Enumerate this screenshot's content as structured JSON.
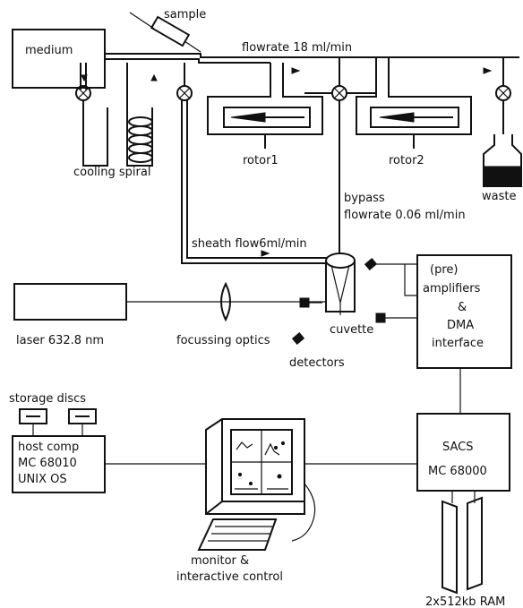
{
  "labels": {
    "sample": "sample",
    "medium": "medium",
    "flowrate": "flowrate  18  ml/min",
    "cooling_spiral": "cooling spiral",
    "rotor1": "rotor1",
    "rotor2": "rotor2",
    "waste": "waste",
    "bypass": "bypass",
    "bypass_flowrate": "flowrate 0.06 ml/min",
    "sheath_flow": "sheath flow6ml/min",
    "amplifier_line1": "(pre)",
    "amplifier_line2": "amplifiers",
    "amplifier_line3": "&",
    "amplifier_line4": "DMA",
    "amplifier_line5": "interface",
    "laser": "laser 632.8 nm",
    "focussing_optics": "focussing optics",
    "cuvette": "cuvette",
    "detectors": "detectors",
    "storage_discs": "storage discs",
    "host_line1": "host comp",
    "host_line2": "MC 68010",
    "host_line3": "UNIX OS",
    "sacs_line1": "SACS",
    "sacs_line2": "MC 68000",
    "monitor_line1": "monitor &",
    "monitor_line2": "interactive control",
    "ram": "2x512kb RAM"
  },
  "colors": {
    "ink": "#111111",
    "paper": "#ffffff"
  }
}
